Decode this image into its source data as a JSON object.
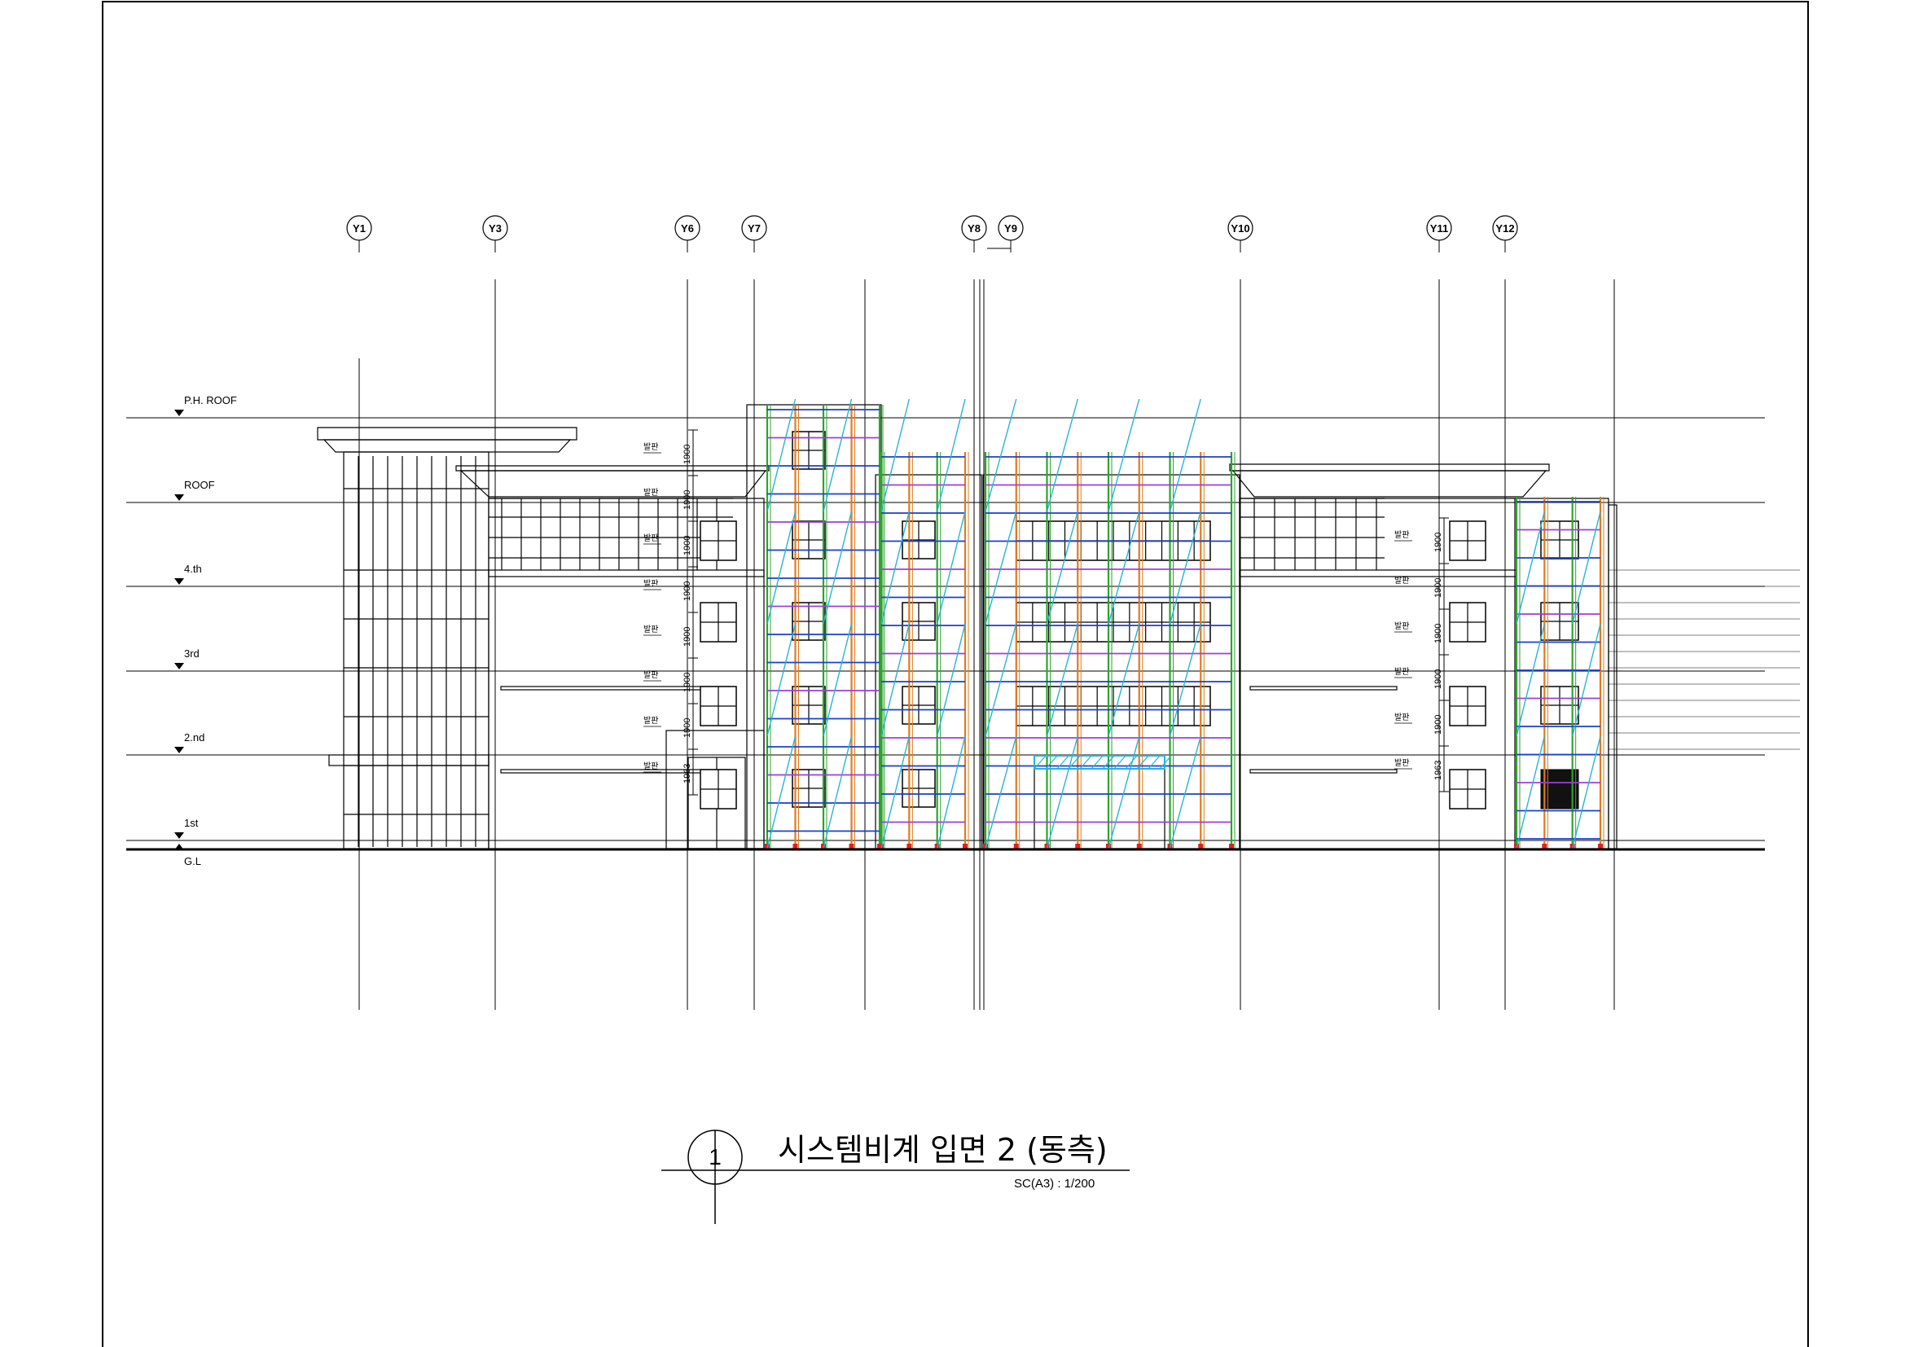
{
  "grid_labels": [
    "Y1",
    "Y3",
    "Y6",
    "Y7",
    "Y8",
    "Y9",
    "Y10",
    "Y11",
    "Y12"
  ],
  "levels": [
    {
      "key": "ph",
      "label": "P.H. ROOF"
    },
    {
      "key": "roof",
      "label": "ROOF"
    },
    {
      "key": "l4",
      "label": "4.th"
    },
    {
      "key": "l3",
      "label": "3rd"
    },
    {
      "key": "l2",
      "label": "2.nd"
    },
    {
      "key": "l1",
      "label": "1st"
    },
    {
      "key": "gl",
      "label": "G.L"
    }
  ],
  "dims_left": [
    "1900",
    "1900",
    "1900",
    "1900",
    "1900",
    "1900",
    "1900",
    "1963"
  ],
  "dims_right": [
    "1900",
    "1900",
    "1900",
    "1900",
    "1900",
    "1963"
  ],
  "plank_tag": "발판",
  "title": {
    "number": "1",
    "text": "시스템비계 입면 2 (동측)",
    "scale": "SC(A3) : 1/200"
  },
  "colors": {
    "line": "#000000",
    "standard_green": "#2aa52a",
    "standard_orange": "#e07a1c",
    "ledger_blue": "#1a3fd0",
    "ledger_purple": "#9b3fd6",
    "brace_cyan": "#27b3d8",
    "window_navy": "#1a1a6e"
  }
}
